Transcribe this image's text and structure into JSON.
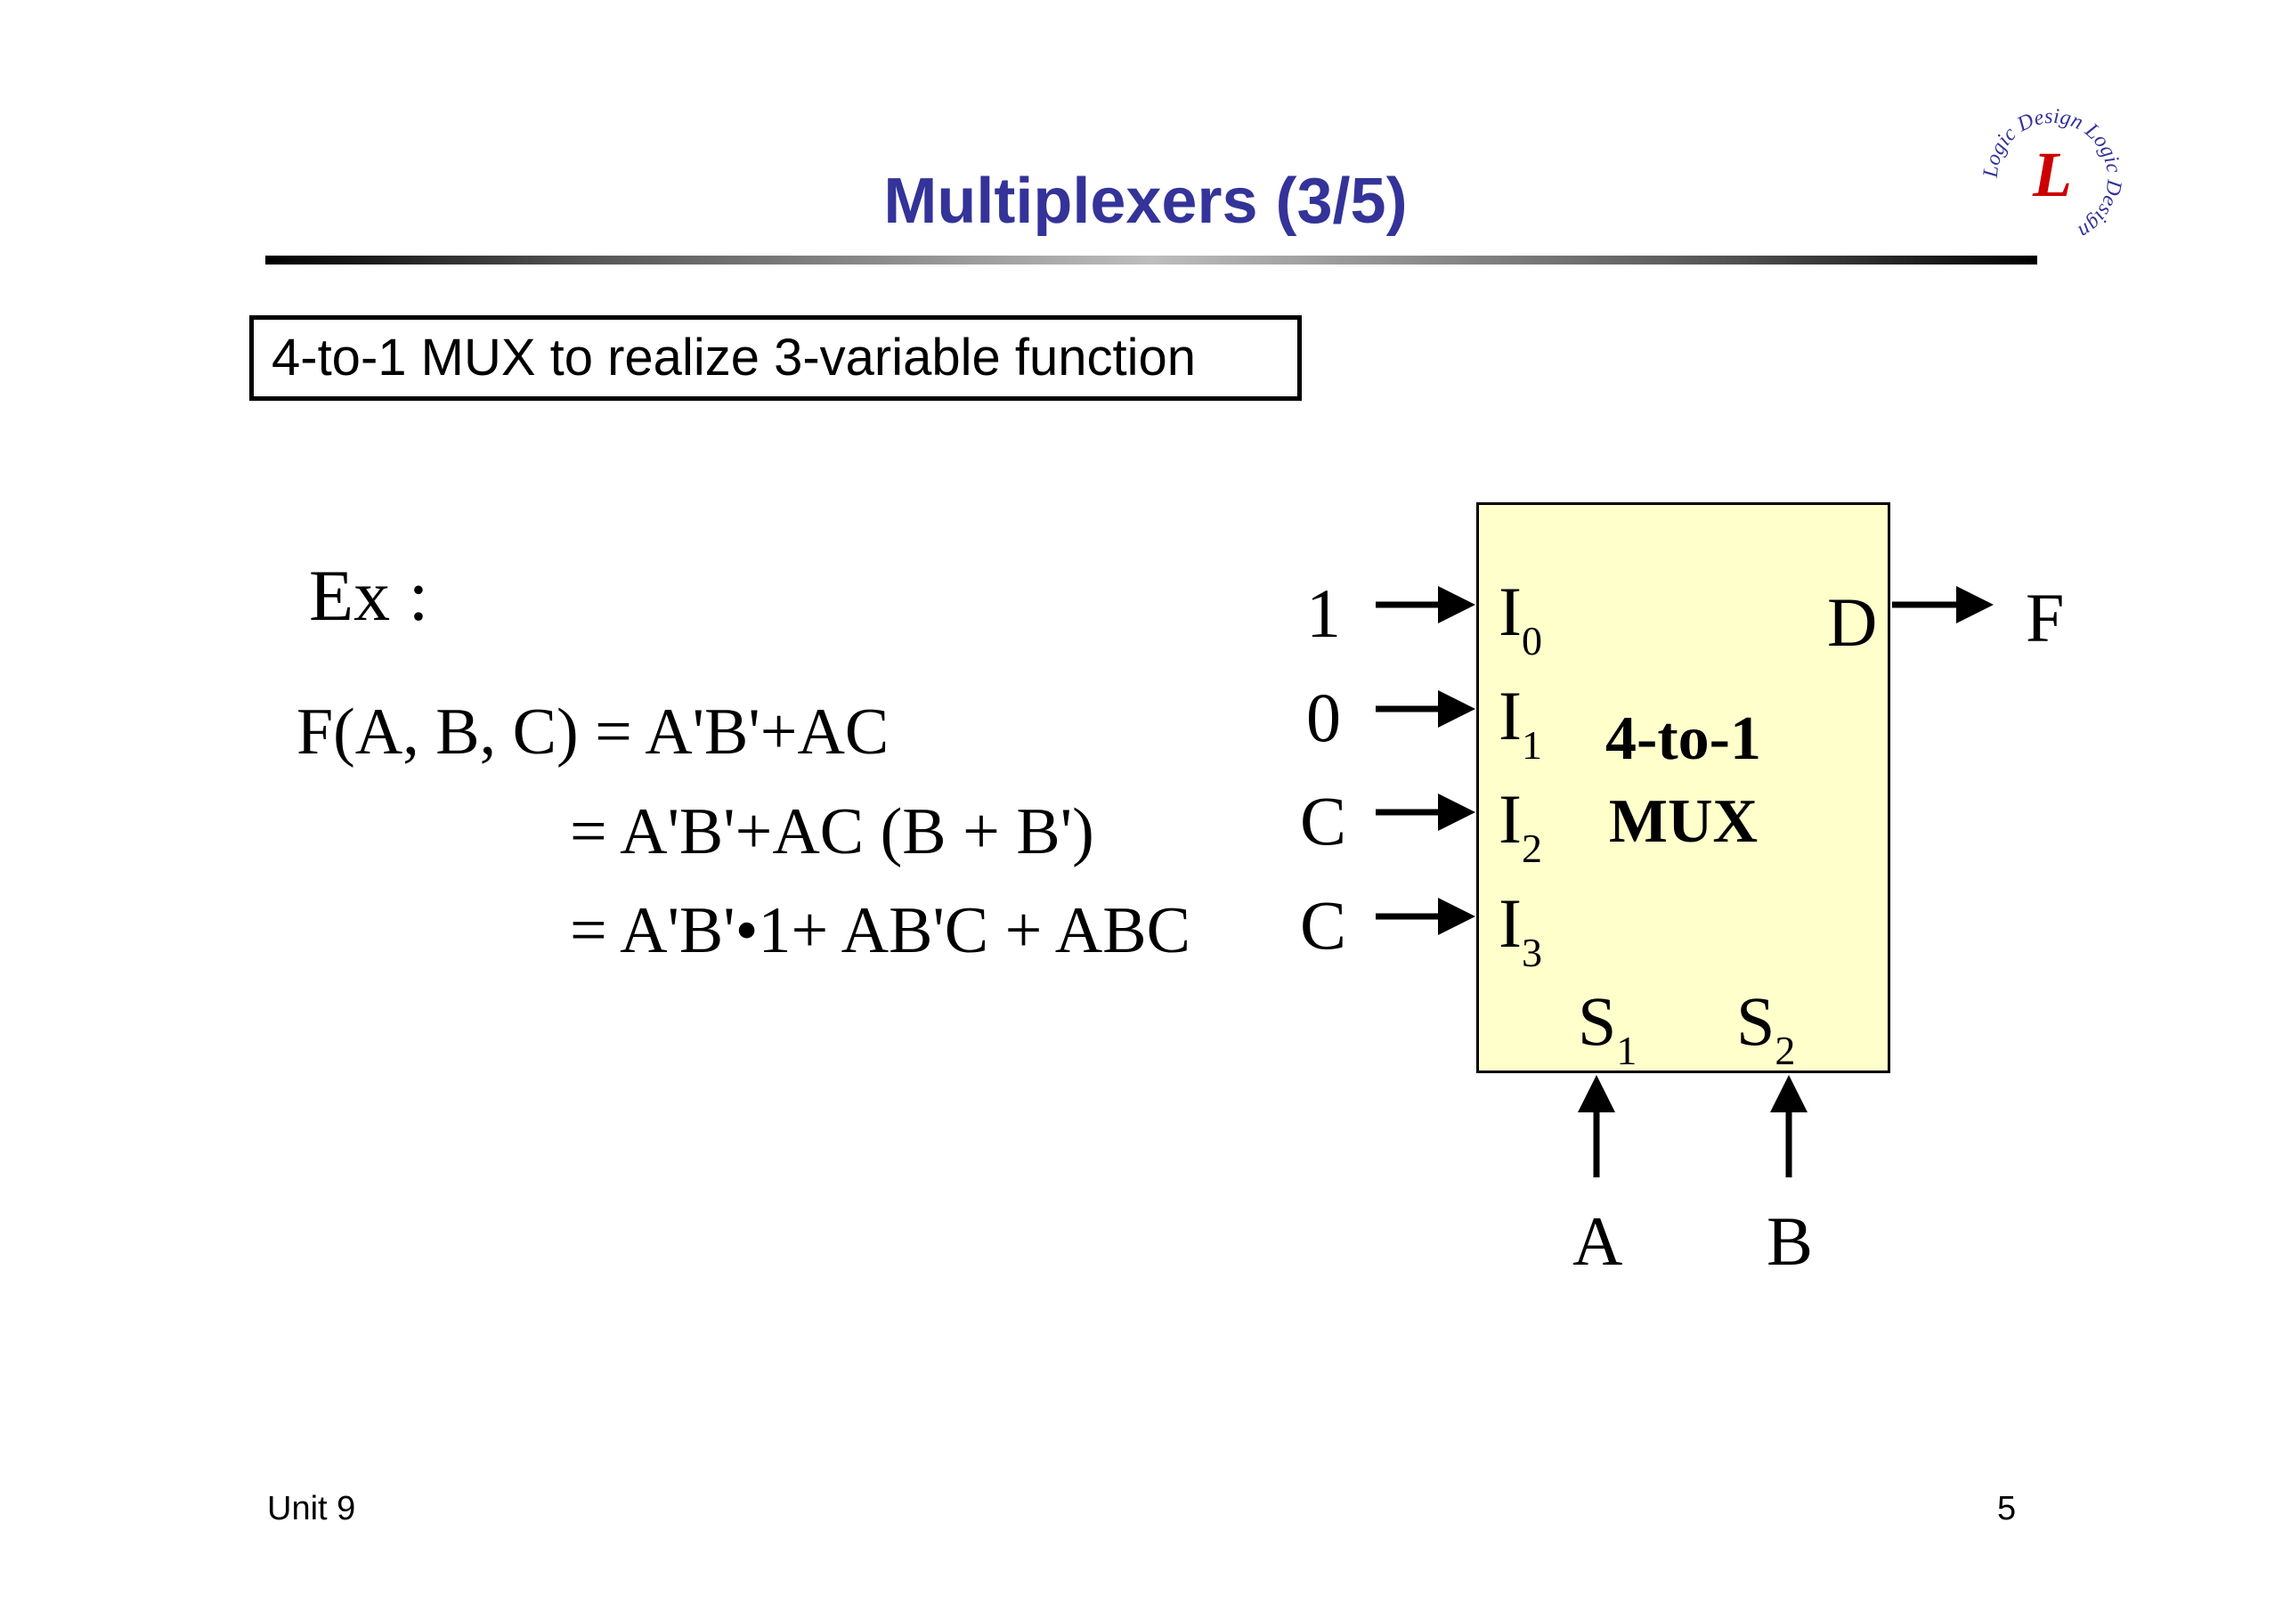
{
  "slide": {
    "title": "Multiplexers (3/5)",
    "subtitle": "4-to-1 MUX to realize 3-variable function",
    "example_label": "Ex :",
    "equations": {
      "line1": "F(A, B, C) = A'B'+AC",
      "line2": "= A'B'+AC (B + B')",
      "line3": "= A'B'•1+ AB'C + ABC"
    },
    "footer": {
      "left": "Unit 9",
      "page": "5"
    }
  },
  "mux": {
    "label_line1": "4-to-1",
    "label_line2": "MUX",
    "inputs": [
      {
        "value": "1",
        "pin": "I",
        "index": "0"
      },
      {
        "value": "0",
        "pin": "I",
        "index": "1"
      },
      {
        "value": "C",
        "pin": "I",
        "index": "2"
      },
      {
        "value": "C",
        "pin": "I",
        "index": "3"
      }
    ],
    "output_pin": "D",
    "output_signal": "F",
    "selects": [
      {
        "pin": "S",
        "index": "1",
        "signal": "A"
      },
      {
        "pin": "S",
        "index": "2",
        "signal": "B"
      }
    ],
    "fill_color": "#ffffcc"
  },
  "logo": {
    "letter": "L",
    "ring_text": "Logic Design Logic Design",
    "colors": {
      "ring": "#333399",
      "letter": "#cc0000"
    }
  },
  "colors": {
    "title": "#333399"
  }
}
